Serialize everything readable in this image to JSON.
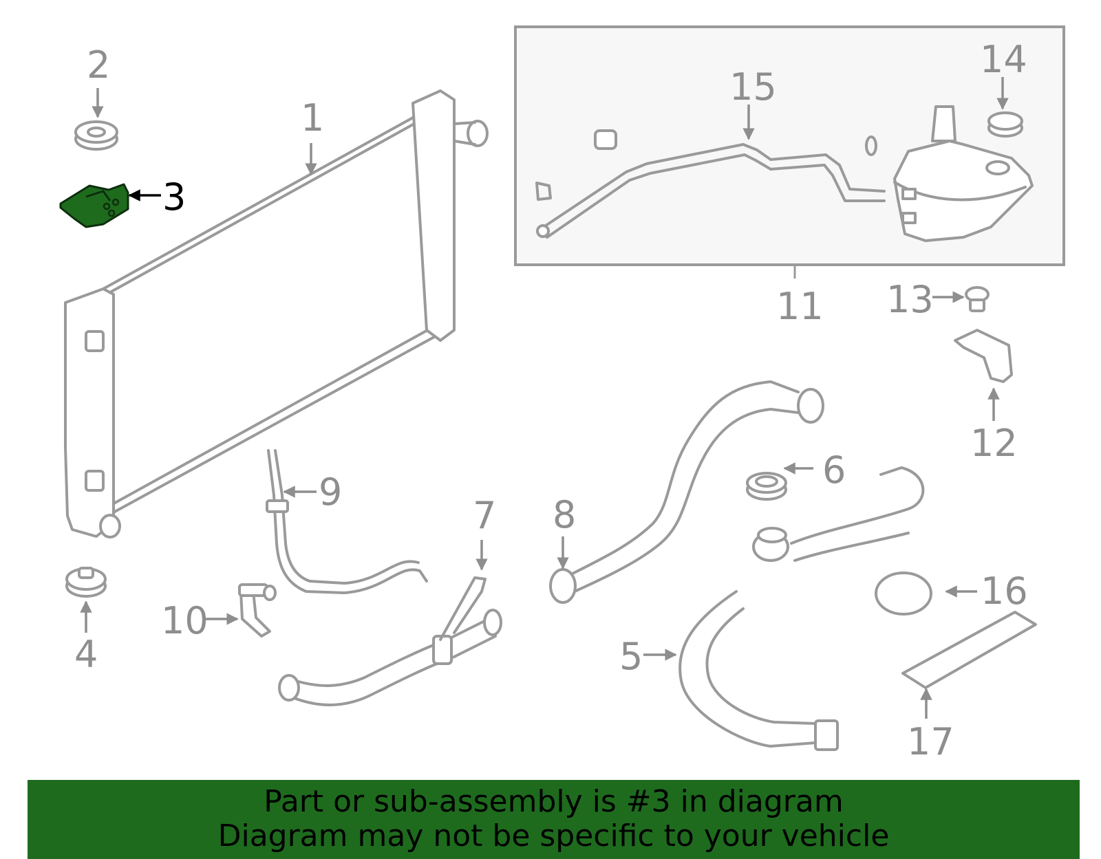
{
  "colors": {
    "highlight": "#1e6b1e",
    "banner_bg": "#1e6b1e",
    "part_stroke": "#9a9a9a",
    "label_gray": "#8e8e8e",
    "inset_bg": "#f7f7f7"
  },
  "callouts": [
    {
      "id": "1",
      "text": "1"
    },
    {
      "id": "2",
      "text": "2"
    },
    {
      "id": "3",
      "text": "3",
      "highlighted": true
    },
    {
      "id": "4",
      "text": "4"
    },
    {
      "id": "5",
      "text": "5"
    },
    {
      "id": "6",
      "text": "6"
    },
    {
      "id": "7",
      "text": "7"
    },
    {
      "id": "8",
      "text": "8"
    },
    {
      "id": "9",
      "text": "9"
    },
    {
      "id": "10",
      "text": "10"
    },
    {
      "id": "11",
      "text": "11"
    },
    {
      "id": "12",
      "text": "12"
    },
    {
      "id": "13",
      "text": "13"
    },
    {
      "id": "14",
      "text": "14"
    },
    {
      "id": "15",
      "text": "15"
    },
    {
      "id": "16",
      "text": "16"
    },
    {
      "id": "17",
      "text": "17"
    }
  ],
  "banner": {
    "line1": "Part or sub-assembly is #3 in diagram",
    "line2": "Diagram may not be specific to your vehicle"
  }
}
